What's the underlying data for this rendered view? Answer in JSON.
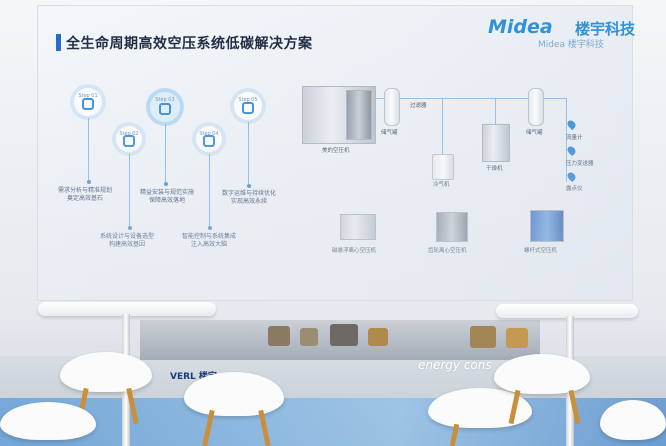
{
  "board": {
    "title": "全生命周期高效空压系统低碳解决方案",
    "logo_text": "Midea",
    "logo_cn": "楼宇科技",
    "logo_sub": "Midea 楼宇科技"
  },
  "steps": [
    {
      "label": "Step 01",
      "desc": [
        "需求分析与精准规划",
        "奠定高效基石"
      ]
    },
    {
      "label": "Step 02",
      "desc": [
        "系统设计与设备选型",
        "构建高效基因"
      ]
    },
    {
      "label": "Step 03",
      "desc": [
        "精益安装与规范实施",
        "保障高效落地"
      ]
    },
    {
      "label": "Step 04",
      "desc": [
        "智能控制与系统集成",
        "注入高效大脑"
      ]
    },
    {
      "label": "Step 05",
      "desc": [
        "数字运维与持续优化",
        "实现高效永续"
      ]
    }
  ],
  "flow": {
    "main_compressor": "美的空压机",
    "air_tank_1": "储气罐",
    "filter": "过滤器",
    "chiller": "冷气机",
    "dryer": "干燥机",
    "air_tank_2": "储气罐",
    "meters": [
      "流量计",
      "压力变送器",
      "露点仪"
    ],
    "products": [
      "磁悬浮离心空压机",
      "齿轮离心空压机",
      "螺杆式空压机"
    ]
  },
  "environment": {
    "wall_text": "energy cons",
    "brand_text": "VERL 楼宇"
  }
}
